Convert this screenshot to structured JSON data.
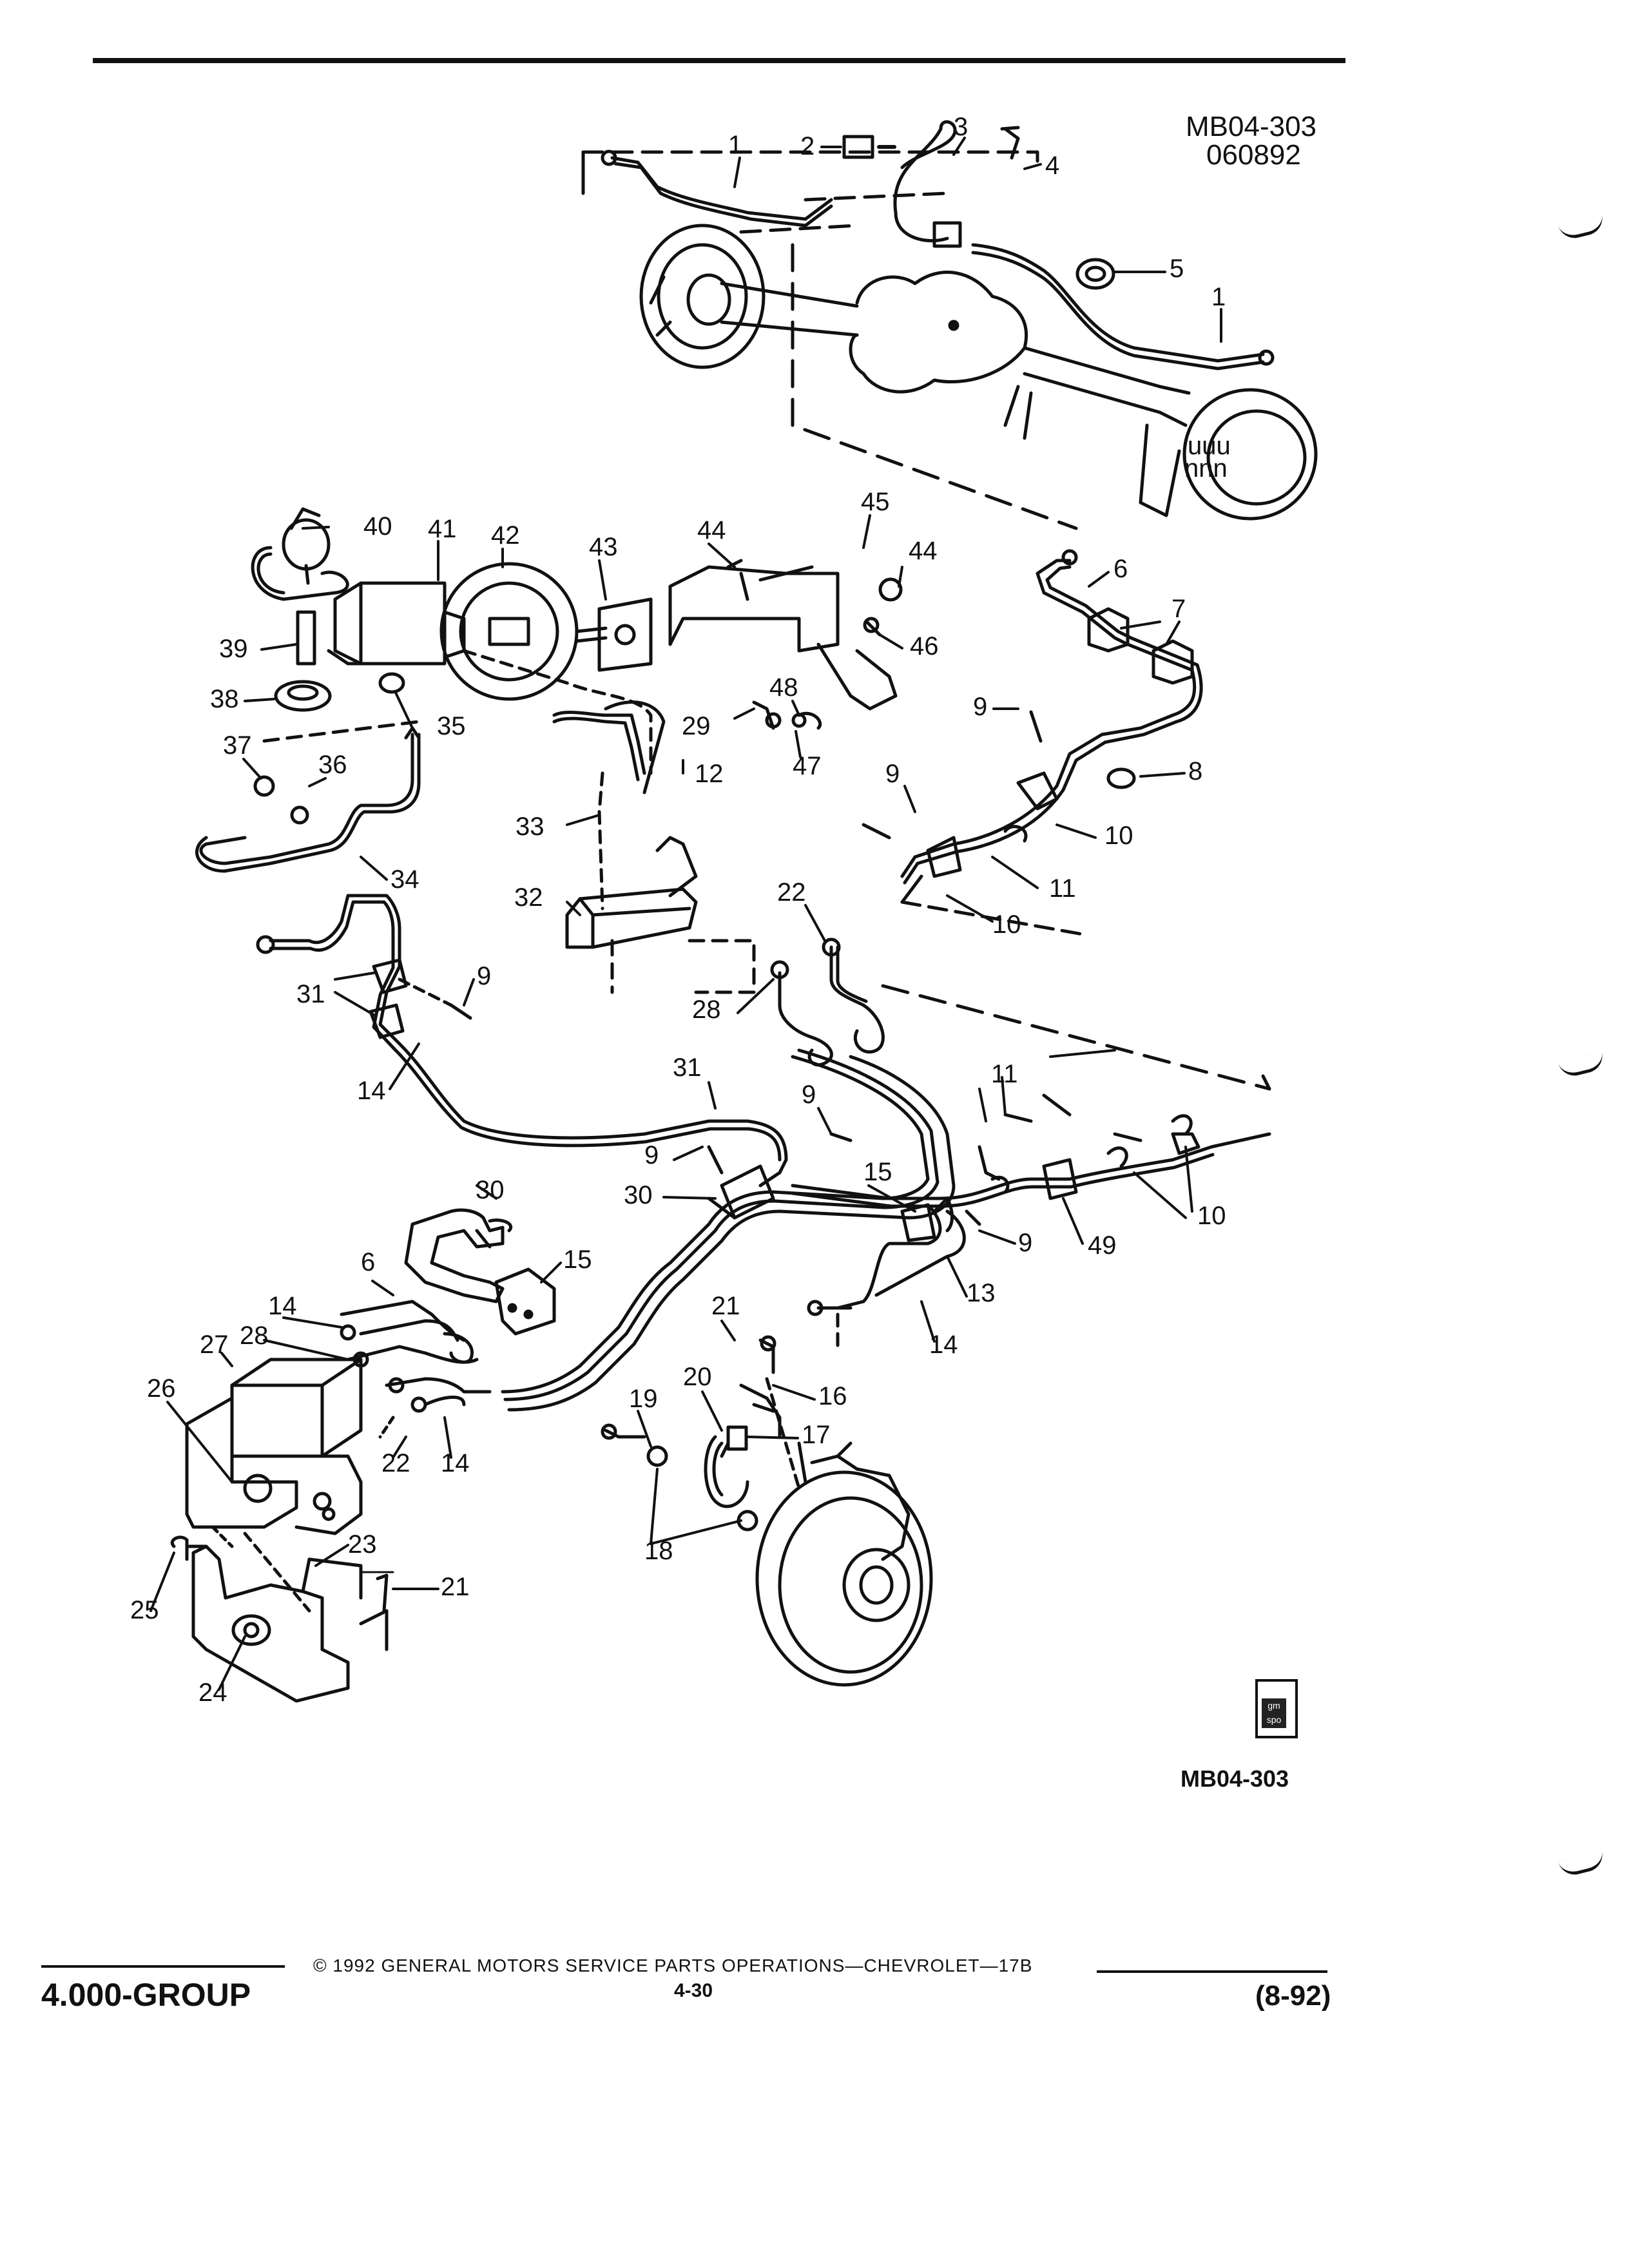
{
  "header": {
    "illustration_code": "MB04-303",
    "date_code": "060892"
  },
  "figure": {
    "callouts": [
      "1",
      "2",
      "3",
      "4",
      "5",
      "1",
      "6",
      "7",
      "8",
      "9",
      "9",
      "10",
      "10",
      "11",
      "12",
      "33",
      "32",
      "34",
      "35",
      "36",
      "37",
      "38",
      "39",
      "40",
      "41",
      "42",
      "43",
      "44",
      "44",
      "45",
      "46",
      "47",
      "48",
      "29",
      "31",
      "9",
      "22",
      "28",
      "14",
      "31",
      "9",
      "9",
      "30",
      "30",
      "15",
      "9",
      "11",
      "10",
      "49",
      "13",
      "14",
      "15",
      "6",
      "14",
      "28",
      "27",
      "26",
      "22",
      "14",
      "21",
      "20",
      "16",
      "17",
      "19",
      "18",
      "23",
      "21",
      "25",
      "24"
    ],
    "caption_code": "MB04-303",
    "stamp_text": "gm spo"
  },
  "footer": {
    "group": "4.000-GROUP",
    "copyright": "© 1992 GENERAL MOTORS SERVICE PARTS OPERATIONS—CHEVROLET—17B",
    "page": "4-30",
    "date": "(8-92)"
  }
}
